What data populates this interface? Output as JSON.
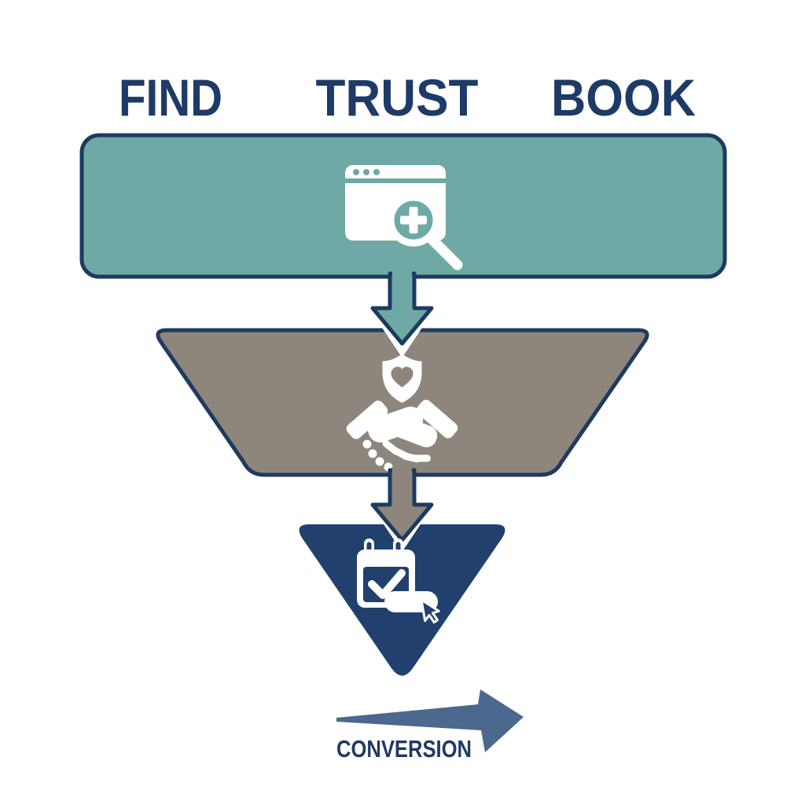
{
  "colors": {
    "background": "#ffffff",
    "title_text": "#1e3a66",
    "outline_navy": "#1e3a5f",
    "teal": "#6fa9a5",
    "taupe": "#8e867d",
    "navy": "#21406e",
    "slate_arrow": "#4b688f",
    "white": "#ffffff"
  },
  "stages": [
    {
      "label": "FIND",
      "icon": "browser-medical-search-icon",
      "shape": "rounded-bar",
      "color": "#6fa9a5"
    },
    {
      "label": "TRUST",
      "icon": "shield-heart-handshake-icon",
      "shape": "trapezoid",
      "color": "#8e867d"
    },
    {
      "label": "BOOK",
      "icon": "calendar-booking-click-icon",
      "shape": "triangle",
      "color": "#21406e"
    }
  ],
  "connectors": [
    {
      "icon": "down-arrow-icon",
      "from": "FIND",
      "to": "TRUST"
    },
    {
      "icon": "down-arrow-icon",
      "from": "TRUST",
      "to": "BOOK"
    }
  ],
  "footer": {
    "label": "CONVERSION",
    "icon": "right-arrow-icon"
  }
}
